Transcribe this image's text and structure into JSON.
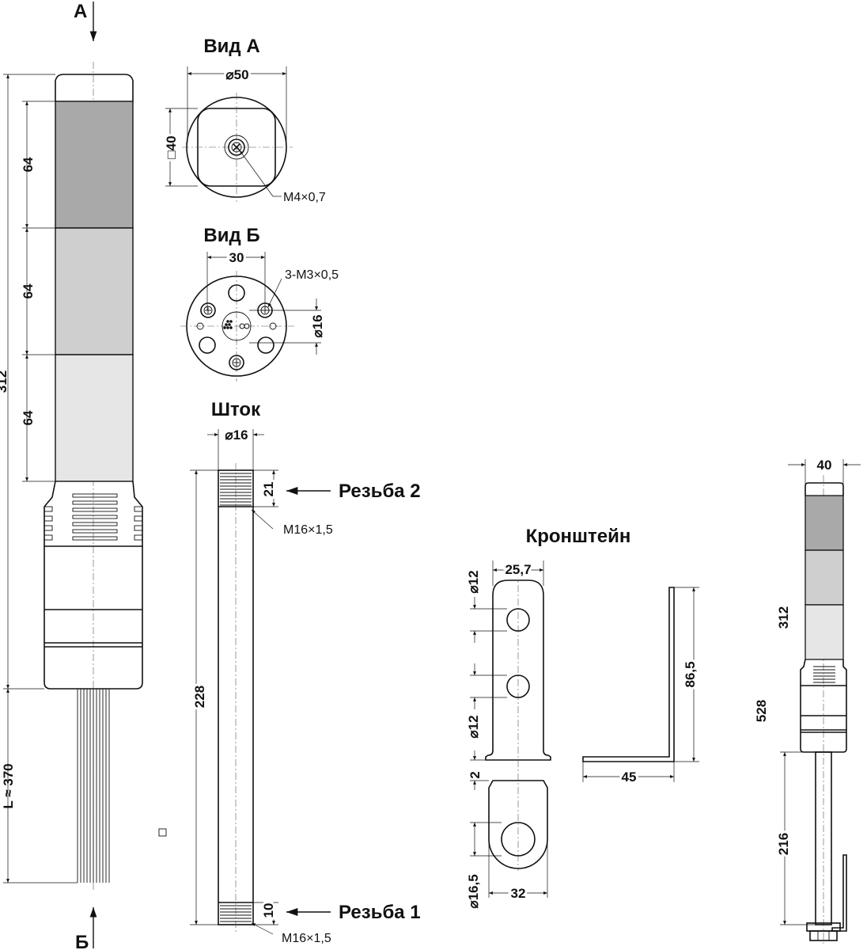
{
  "colors": {
    "segment_dark": "#a9a9a9",
    "segment_mid": "#cfcfcf",
    "segment_light": "#e6e6e6",
    "line": "#111111"
  },
  "arrows": {
    "view_a": "А",
    "view_b": "Б"
  },
  "main": {
    "seg1": "64",
    "seg2": "64",
    "seg3": "64",
    "total": "312",
    "cable": "L ≈ 370"
  },
  "view_a": {
    "title": "Вид А",
    "diameter": "⌀50",
    "square": "□40",
    "screw": "M4×0,7"
  },
  "view_b": {
    "title": "Вид Б",
    "spacing": "30",
    "holes": "3-M3×0,5",
    "diameter": "⌀16"
  },
  "rod": {
    "title": "Шток",
    "diameter": "⌀16",
    "thread2_len": "21",
    "thread2_label": "Резьба 2",
    "thread2_spec": "M16×1,5",
    "length": "228",
    "thread1_len": "10",
    "thread1_label": "Резьба 1",
    "thread1_spec": "M16×1,5"
  },
  "bracket": {
    "title": "Кронштейн",
    "hole_top": "⌀12",
    "width_top": "25,7",
    "hole_mid": "⌀12",
    "height": "86,5",
    "gap": "2",
    "depth": "45",
    "hole_big": "⌀16,5",
    "width_bottom": "32"
  },
  "assembly": {
    "width": "40",
    "light_height": "312",
    "total_height": "528",
    "rod_height": "216"
  }
}
